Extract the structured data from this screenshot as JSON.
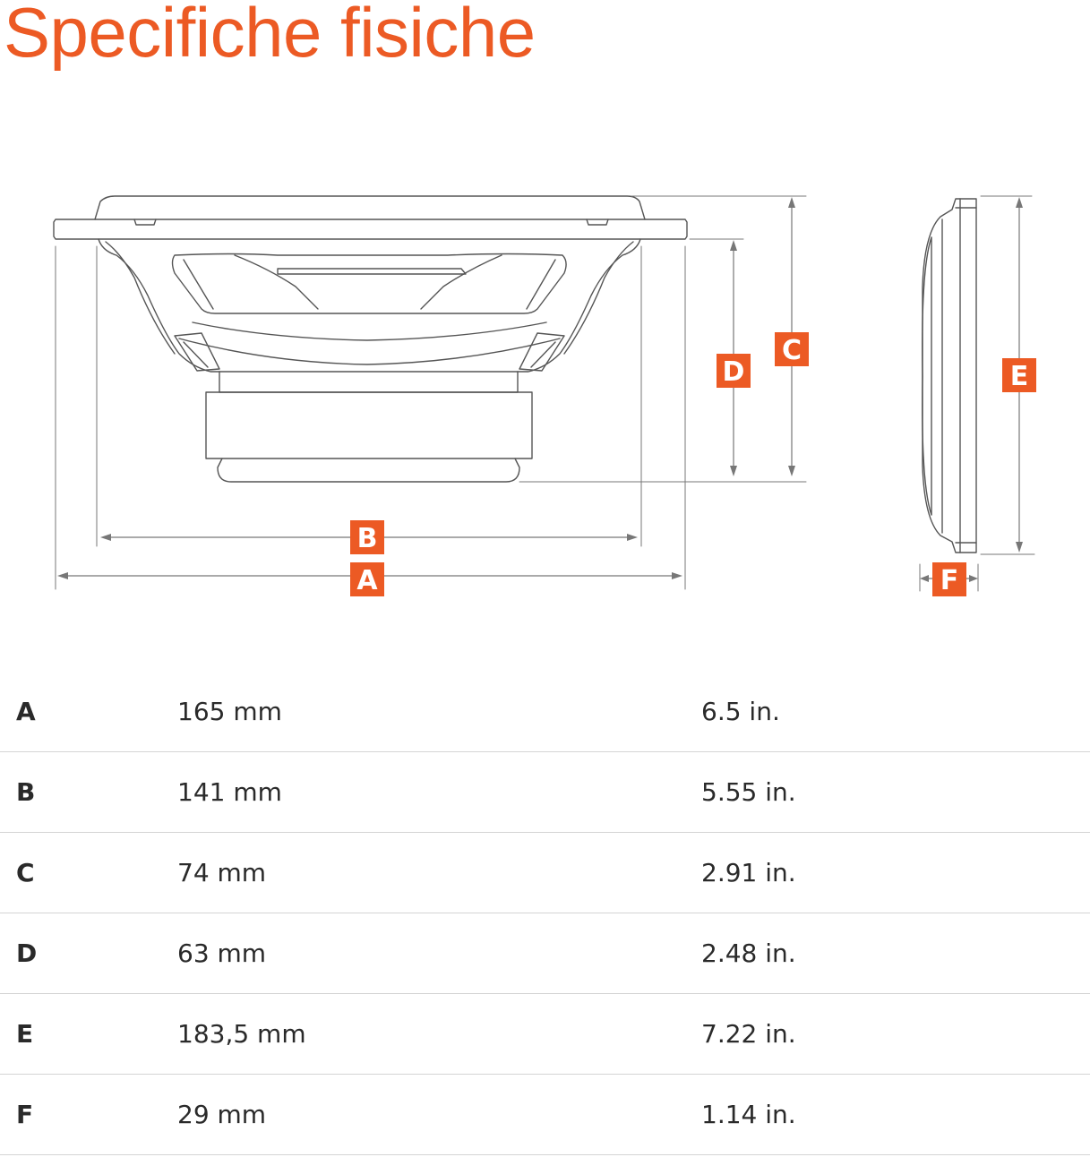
{
  "title": "Specifiche fisiche",
  "accent_color": "#ec5a24",
  "diagram": {
    "labels": {
      "A": "A",
      "B": "B",
      "C": "C",
      "D": "D",
      "E": "E",
      "F": "F"
    }
  },
  "specs": [
    {
      "label": "A",
      "mm": "165 mm",
      "inch": "6.5 in."
    },
    {
      "label": "B",
      "mm": "141 mm",
      "inch": "5.55 in."
    },
    {
      "label": "C",
      "mm": "74 mm",
      "inch": "2.91 in."
    },
    {
      "label": "D",
      "mm": "63 mm",
      "inch": "2.48 in."
    },
    {
      "label": "E",
      "mm": "183,5 mm",
      "inch": "7.22 in."
    },
    {
      "label": "F",
      "mm": "29 mm",
      "inch": "1.14 in."
    }
  ]
}
